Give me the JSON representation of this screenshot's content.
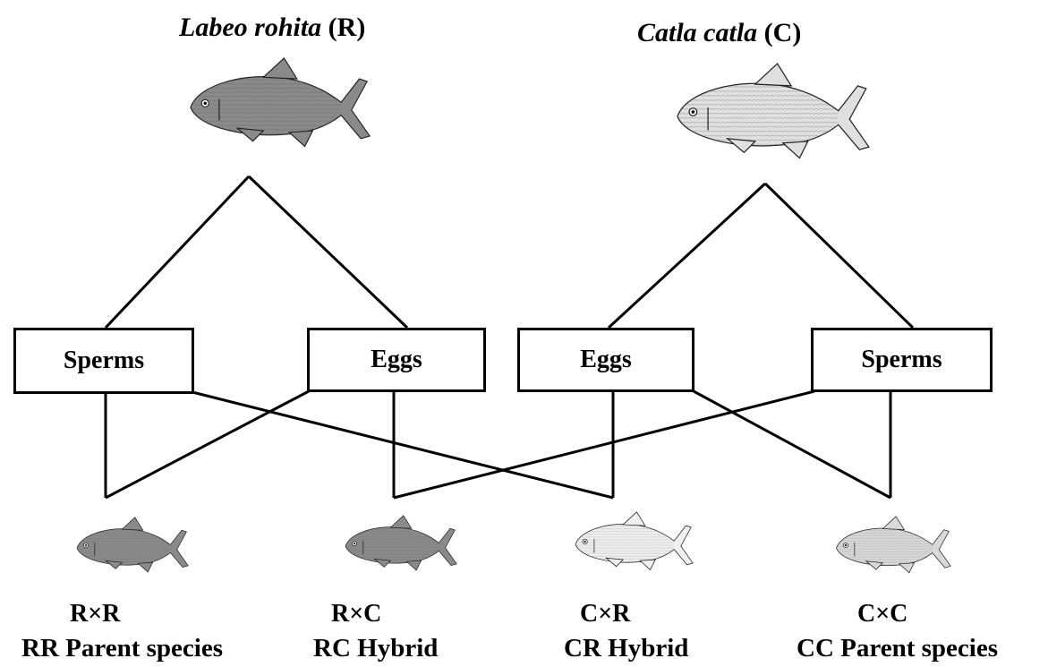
{
  "parents": [
    {
      "species": "Labeo rohita",
      "code": "(R)",
      "shade": "#8a8a8a"
    },
    {
      "species": "Catla catla",
      "code": "(C)",
      "shade": "#d9d9d9"
    }
  ],
  "gametes": [
    "Sperms",
    "Eggs",
    "Eggs",
    "Sperms"
  ],
  "offspring": [
    {
      "cross": "R×R",
      "label": "RR Parent species",
      "shade": "#8a8a8a"
    },
    {
      "cross": "R×C",
      "label": "RC Hybrid",
      "shade": "#8a8a8a"
    },
    {
      "cross": "C×R",
      "label": "CR Hybrid",
      "shade": "#e8e8e8"
    },
    {
      "cross": "C×C",
      "label": "CC Parent species",
      "shade": "#d9d9d9"
    }
  ]
}
